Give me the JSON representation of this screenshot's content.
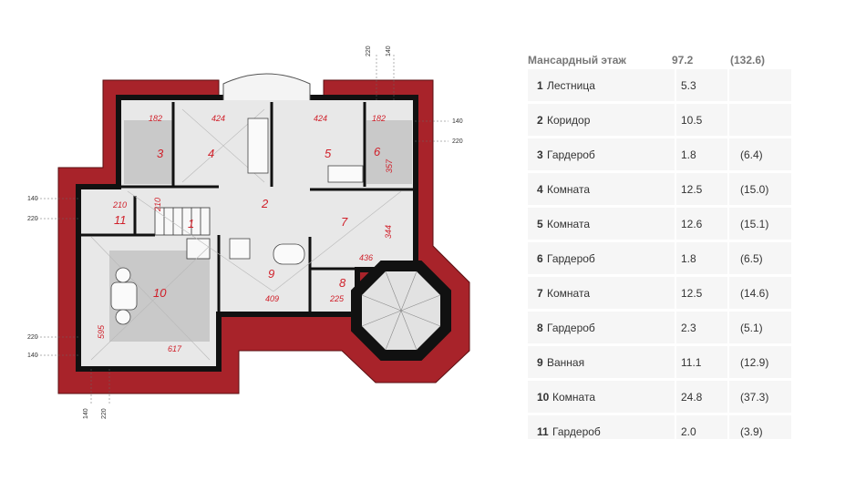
{
  "table": {
    "header": {
      "floor": "Мансардный этаж",
      "area": "97.2",
      "total": "(132.6)"
    },
    "rows": [
      {
        "num": "1",
        "name": "Лестница",
        "area": "5.3",
        "total": ""
      },
      {
        "num": "2",
        "name": "Коридор",
        "area": "10.5",
        "total": ""
      },
      {
        "num": "3",
        "name": "Гардероб",
        "area": "1.8",
        "total": "(6.4)"
      },
      {
        "num": "4",
        "name": "Комната",
        "area": "12.5",
        "total": "(15.0)"
      },
      {
        "num": "5",
        "name": "Комната",
        "area": "12.6",
        "total": "(15.1)"
      },
      {
        "num": "6",
        "name": "Гардероб",
        "area": "1.8",
        "total": "(6.5)"
      },
      {
        "num": "7",
        "name": "Комната",
        "area": "12.5",
        "total": "(14.6)"
      },
      {
        "num": "8",
        "name": "Гардероб",
        "area": "2.3",
        "total": "(5.1)"
      },
      {
        "num": "9",
        "name": "Ванная",
        "area": "11.1",
        "total": "(12.9)"
      },
      {
        "num": "10",
        "name": "Комната",
        "area": "24.8",
        "total": "(37.3)"
      },
      {
        "num": "11",
        "name": "Гардероб",
        "area": "2.0",
        "total": "(3.9)"
      }
    ]
  },
  "plan": {
    "room_numbers": [
      "1",
      "2",
      "3",
      "4",
      "5",
      "6",
      "7",
      "8",
      "9",
      "10",
      "11"
    ],
    "dimensions": [
      "182",
      "424",
      "424",
      "182",
      "357",
      "210",
      "210",
      "344",
      "436",
      "225",
      "409",
      "595",
      "617"
    ],
    "side_dims": [
      "220",
      "140",
      "140",
      "220",
      "140",
      "220",
      "220",
      "140",
      "140",
      "220"
    ],
    "colors": {
      "roof": "#a8232a",
      "wall": "#111111",
      "floor": "#e9e9e9",
      "label": "#d0202a"
    }
  }
}
